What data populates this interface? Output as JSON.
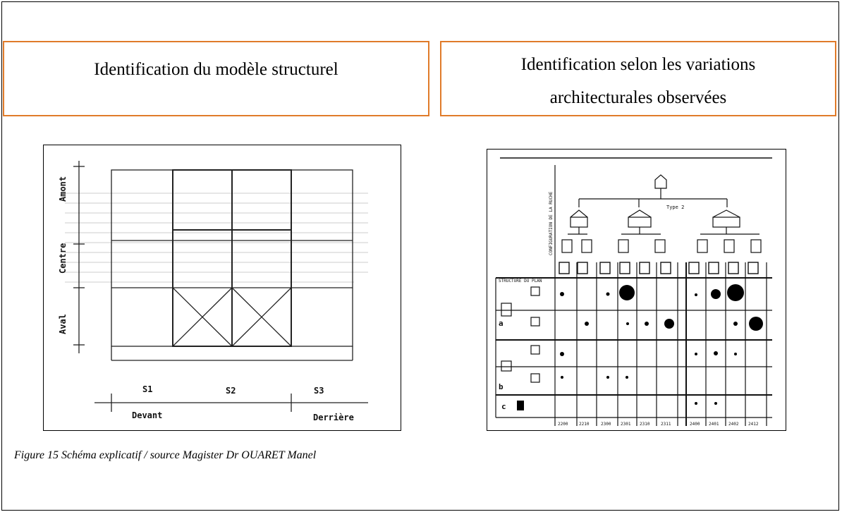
{
  "panels": {
    "left_title": "Identification du modèle structurel",
    "right_title_line1": "Identification selon les variations",
    "right_title_line2": "architecturales observées"
  },
  "left_figure": {
    "vertical_labels": [
      "Amont",
      "Centre",
      "Aval"
    ],
    "section_labels": [
      "S1",
      "S2",
      "S3"
    ],
    "bottom_labels": [
      "Devant",
      "Derrière"
    ]
  },
  "right_figure": {
    "header_label": "CONFIGURATION DE LA RUCHE",
    "type_label": "Type 2",
    "structure_label": "STRUCTURE DU PLAN",
    "row_letters": [
      "a",
      "b",
      "c"
    ],
    "column_codes": [
      "2200",
      "2210",
      "2300",
      "2301",
      "2310",
      "2311",
      "2400",
      "2401",
      "2402",
      "2412"
    ]
  },
  "caption": "Figure 15 Schéma explicatif / source Magister Dr OUARET Manel",
  "colors": {
    "accent": "#e07b2a"
  }
}
